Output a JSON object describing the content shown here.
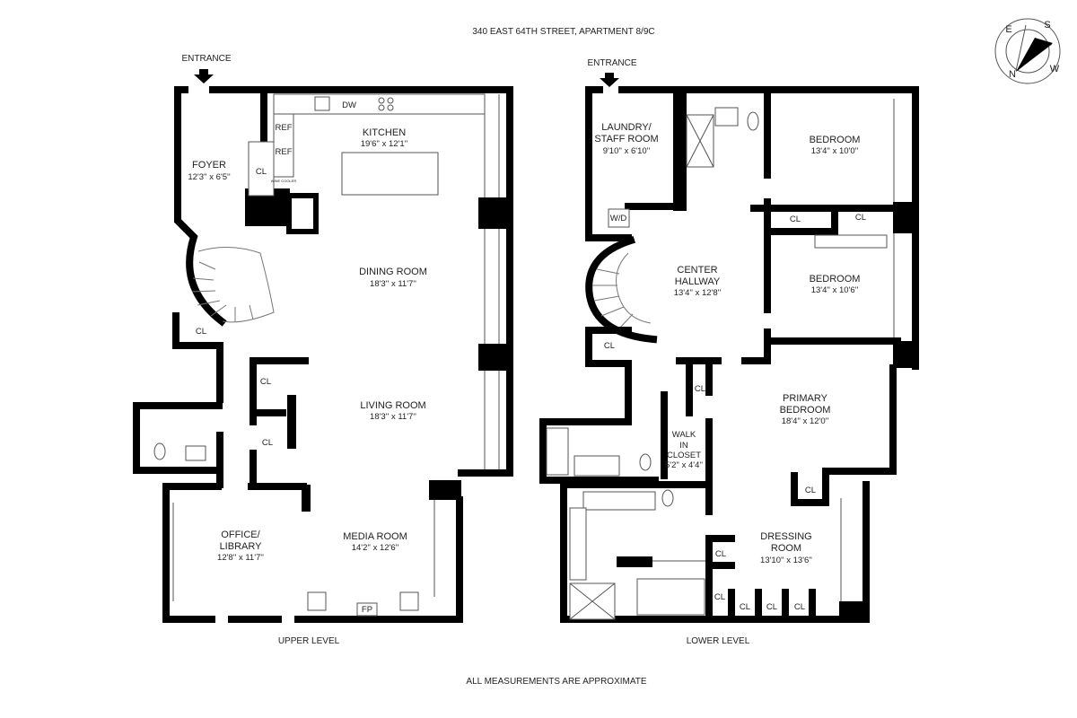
{
  "title": "340 EAST 64TH STREET, APARTMENT 8/9C",
  "footer": "ALL MEASUREMENTS ARE APPROXIMATE",
  "compass": {
    "labels": [
      "E",
      "S",
      "N",
      "W"
    ]
  },
  "upper": {
    "level_label": "UPPER LEVEL",
    "entrance": "ENTRANCE",
    "rooms": [
      {
        "lines": [
          "FOYER"
        ],
        "dims": "12'3'' x 6'5''"
      },
      {
        "lines": [
          "KITCHEN"
        ],
        "dims": "19'6'' x 12'1''"
      },
      {
        "lines": [
          "DINING ROOM"
        ],
        "dims": "18'3'' x 11'7''"
      },
      {
        "lines": [
          "LIVING ROOM"
        ],
        "dims": "18'3'' x 11'7''"
      },
      {
        "lines": [
          "OFFICE/",
          "LIBRARY"
        ],
        "dims": "12'8'' x 11'7''"
      },
      {
        "lines": [
          "MEDIA ROOM"
        ],
        "dims": "14'2'' x 12'6''"
      }
    ],
    "tags": [
      "CL",
      "CL",
      "CL",
      "CL",
      "REF",
      "REF",
      "DW",
      "FP",
      "WINE COOLER"
    ]
  },
  "lower": {
    "level_label": "LOWER LEVEL",
    "entrance": "ENTRANCE",
    "rooms": [
      {
        "lines": [
          "LAUNDRY/",
          "STAFF ROOM"
        ],
        "dims": "9'10'' x 6'10''"
      },
      {
        "lines": [
          "BEDROOM"
        ],
        "dims": "13'4'' x 10'0''"
      },
      {
        "lines": [
          "BEDROOM"
        ],
        "dims": "13'4'' x 10'6''"
      },
      {
        "lines": [
          "CENTER",
          "HALLWAY"
        ],
        "dims": "13'4'' x 12'8''"
      },
      {
        "lines": [
          "PRIMARY",
          "BEDROOM"
        ],
        "dims": "18'4'' x 12'0''"
      },
      {
        "lines": [
          "WALK",
          "IN",
          "CLOSET"
        ],
        "dims": "5'2'' x 4'4''"
      },
      {
        "lines": [
          "DRESSING",
          "ROOM"
        ],
        "dims": "13'10'' x 13'6''"
      }
    ],
    "tags": [
      "CL",
      "CL",
      "CL",
      "CL",
      "CL",
      "CL",
      "CL",
      "CL",
      "CL",
      "CL",
      "W/D"
    ]
  }
}
